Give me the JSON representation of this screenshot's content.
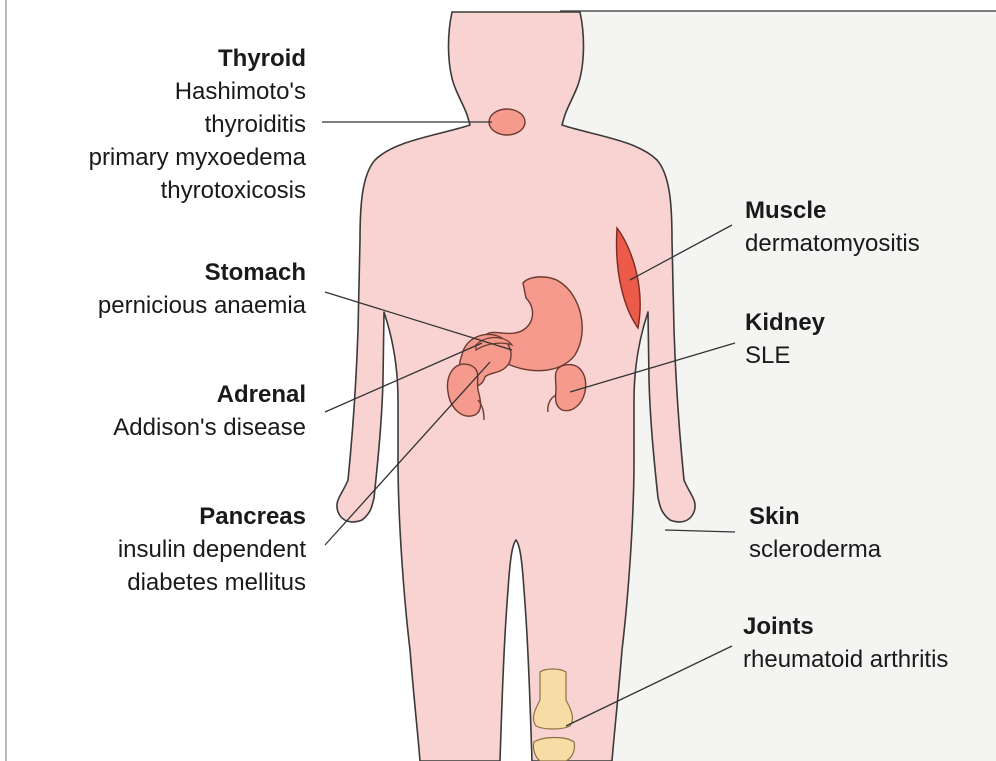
{
  "colors": {
    "background": "#ffffff",
    "page_tint": "#f4f4f2",
    "body_fill": "#f9d3d2",
    "body_outline": "#3a3a3a",
    "organ_fill": "#f59a8d",
    "organ_outline": "#6b3a30",
    "muscle_fill": "#ec5a4a",
    "bone_fill": "#f7dca5",
    "leader_line": "#333333",
    "text": "#1a1a1a"
  },
  "labels": {
    "thyroid": {
      "title": "Thyroid",
      "lines": [
        "Hashimoto's",
        "thyroiditis",
        "primary myxoedema",
        "thyrotoxicosis"
      ]
    },
    "stomach": {
      "title": "Stomach",
      "lines": [
        "pernicious anaemia"
      ]
    },
    "adrenal": {
      "title": "Adrenal",
      "lines": [
        "Addison's disease"
      ]
    },
    "pancreas": {
      "title": "Pancreas",
      "lines": [
        "insulin dependent",
        "diabetes mellitus"
      ]
    },
    "muscle": {
      "title": "Muscle",
      "lines": [
        "dermatomyositis"
      ]
    },
    "kidney": {
      "title": "Kidney",
      "lines": [
        "SLE"
      ]
    },
    "skin": {
      "title": "Skin",
      "lines": [
        "scleroderma"
      ]
    },
    "joints": {
      "title": "Joints",
      "lines": [
        "rheumatoid arthritis"
      ]
    }
  }
}
